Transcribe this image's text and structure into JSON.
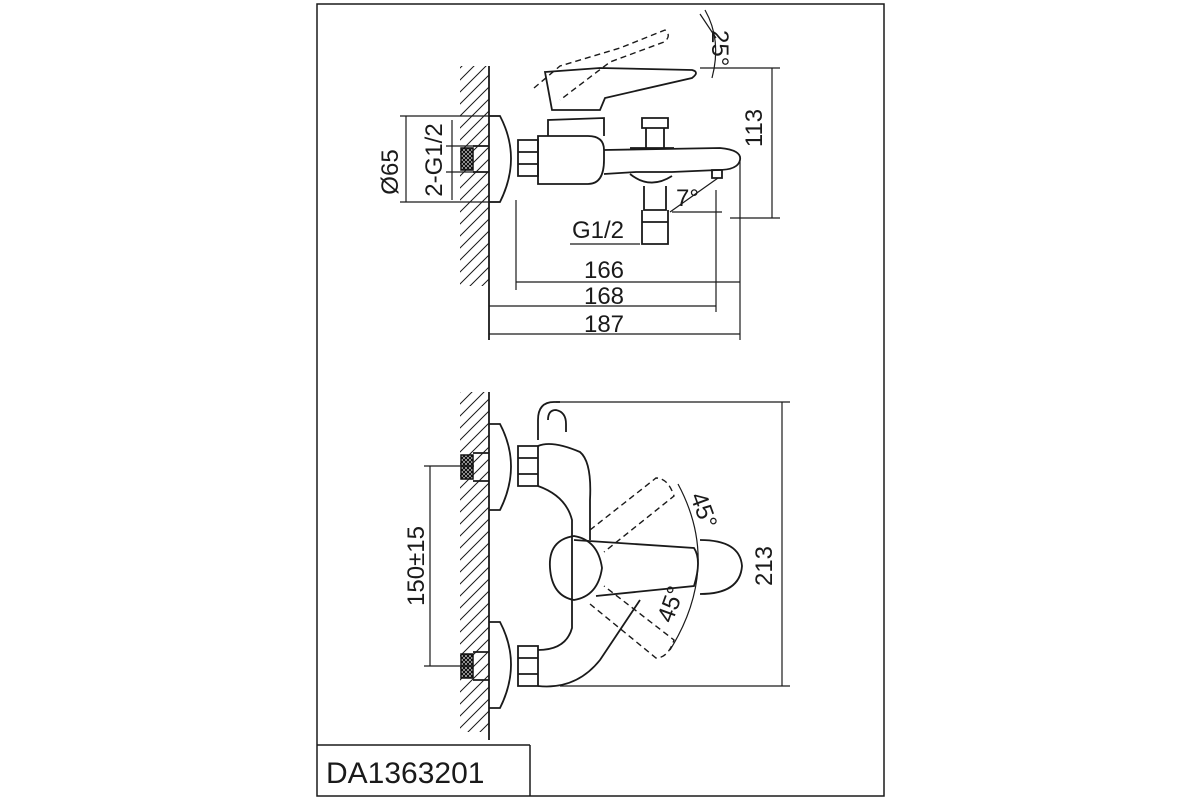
{
  "drawing": {
    "model_code": "DA1363201",
    "side_view": {
      "angle_handle": "25°",
      "angle_spout": "7°",
      "dim_height": "113",
      "dim_diameter": "Ø65",
      "dim_thread_inlets": "2-G1/2",
      "dim_thread_outlet": "G1/2",
      "dim_length_1": "166",
      "dim_length_2": "168",
      "dim_length_3": "187"
    },
    "top_view": {
      "angle_up": "45°",
      "angle_down": "45°",
      "dim_center_spacing": "150±15",
      "dim_depth": "213"
    }
  }
}
